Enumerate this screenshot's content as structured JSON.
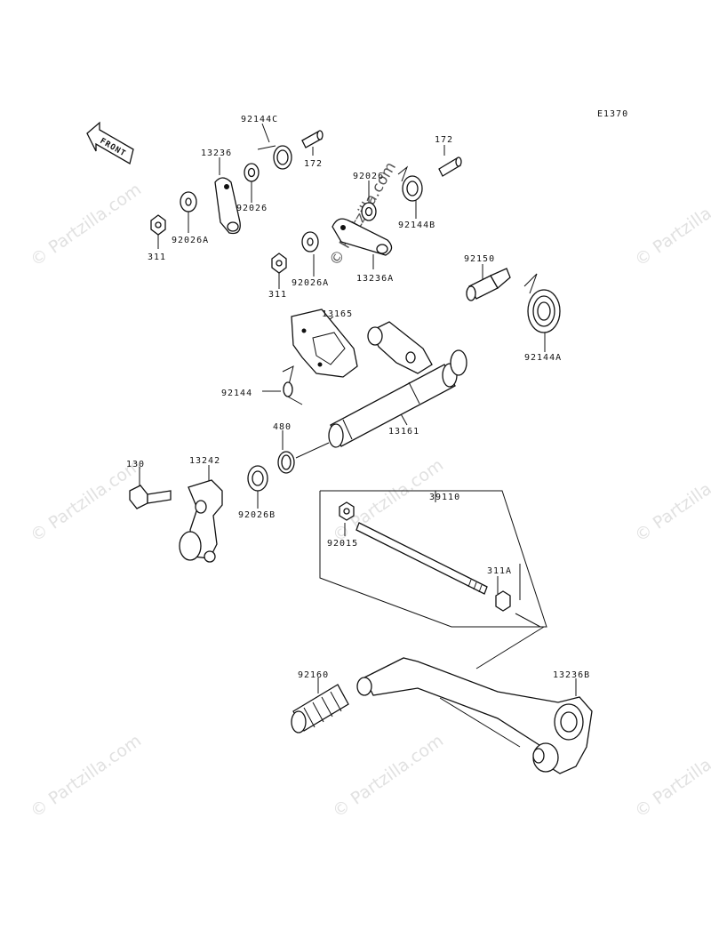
{
  "diagram": {
    "code": "E1370",
    "front_label": "FRONT"
  },
  "watermark": {
    "text": "© Partzilla.com"
  },
  "labels": [
    "92144C",
    "172",
    "13236",
    "92026",
    "92026A",
    "311",
    "172",
    "92026",
    "92144B",
    "13236A",
    "92026A",
    "311",
    "92150",
    "92144A",
    "13165",
    "92144",
    "13161",
    "480",
    "130",
    "13242",
    "92026B",
    "39110",
    "92015",
    "311A",
    "92160",
    "13236B"
  ]
}
